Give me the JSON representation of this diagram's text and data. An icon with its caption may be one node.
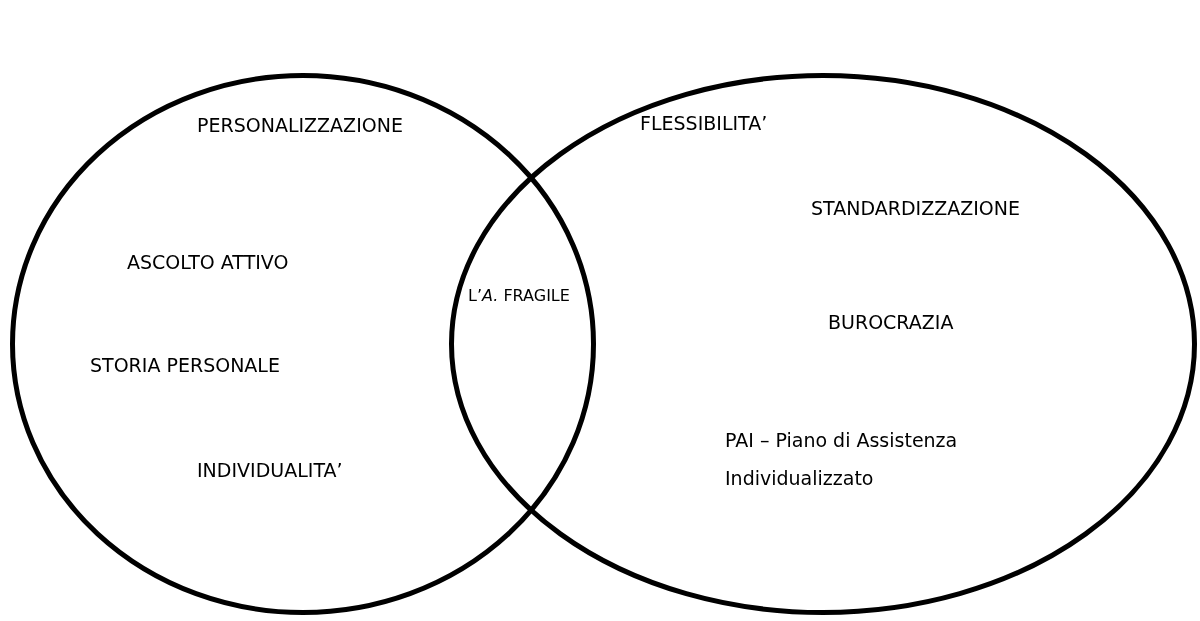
{
  "diagram": {
    "nodes": [
      {
        "text": [
          "PERSONALIZZAZIONE",
          "ASCOLTO ATTIVO",
          "STORIA PERSONALE",
          "INDIVIDUALITA’"
        ]
      },
      {
        "text": [
          "FLESSIBILITA’",
          "STANDARDIZZAZIONE",
          "BUROCRAZIA",
          "PAI – Piano di Assistenza Individualizzato"
        ]
      }
    ],
    "labels": [
      "L’*A.* FRAGILE"
    ]
  }
}
